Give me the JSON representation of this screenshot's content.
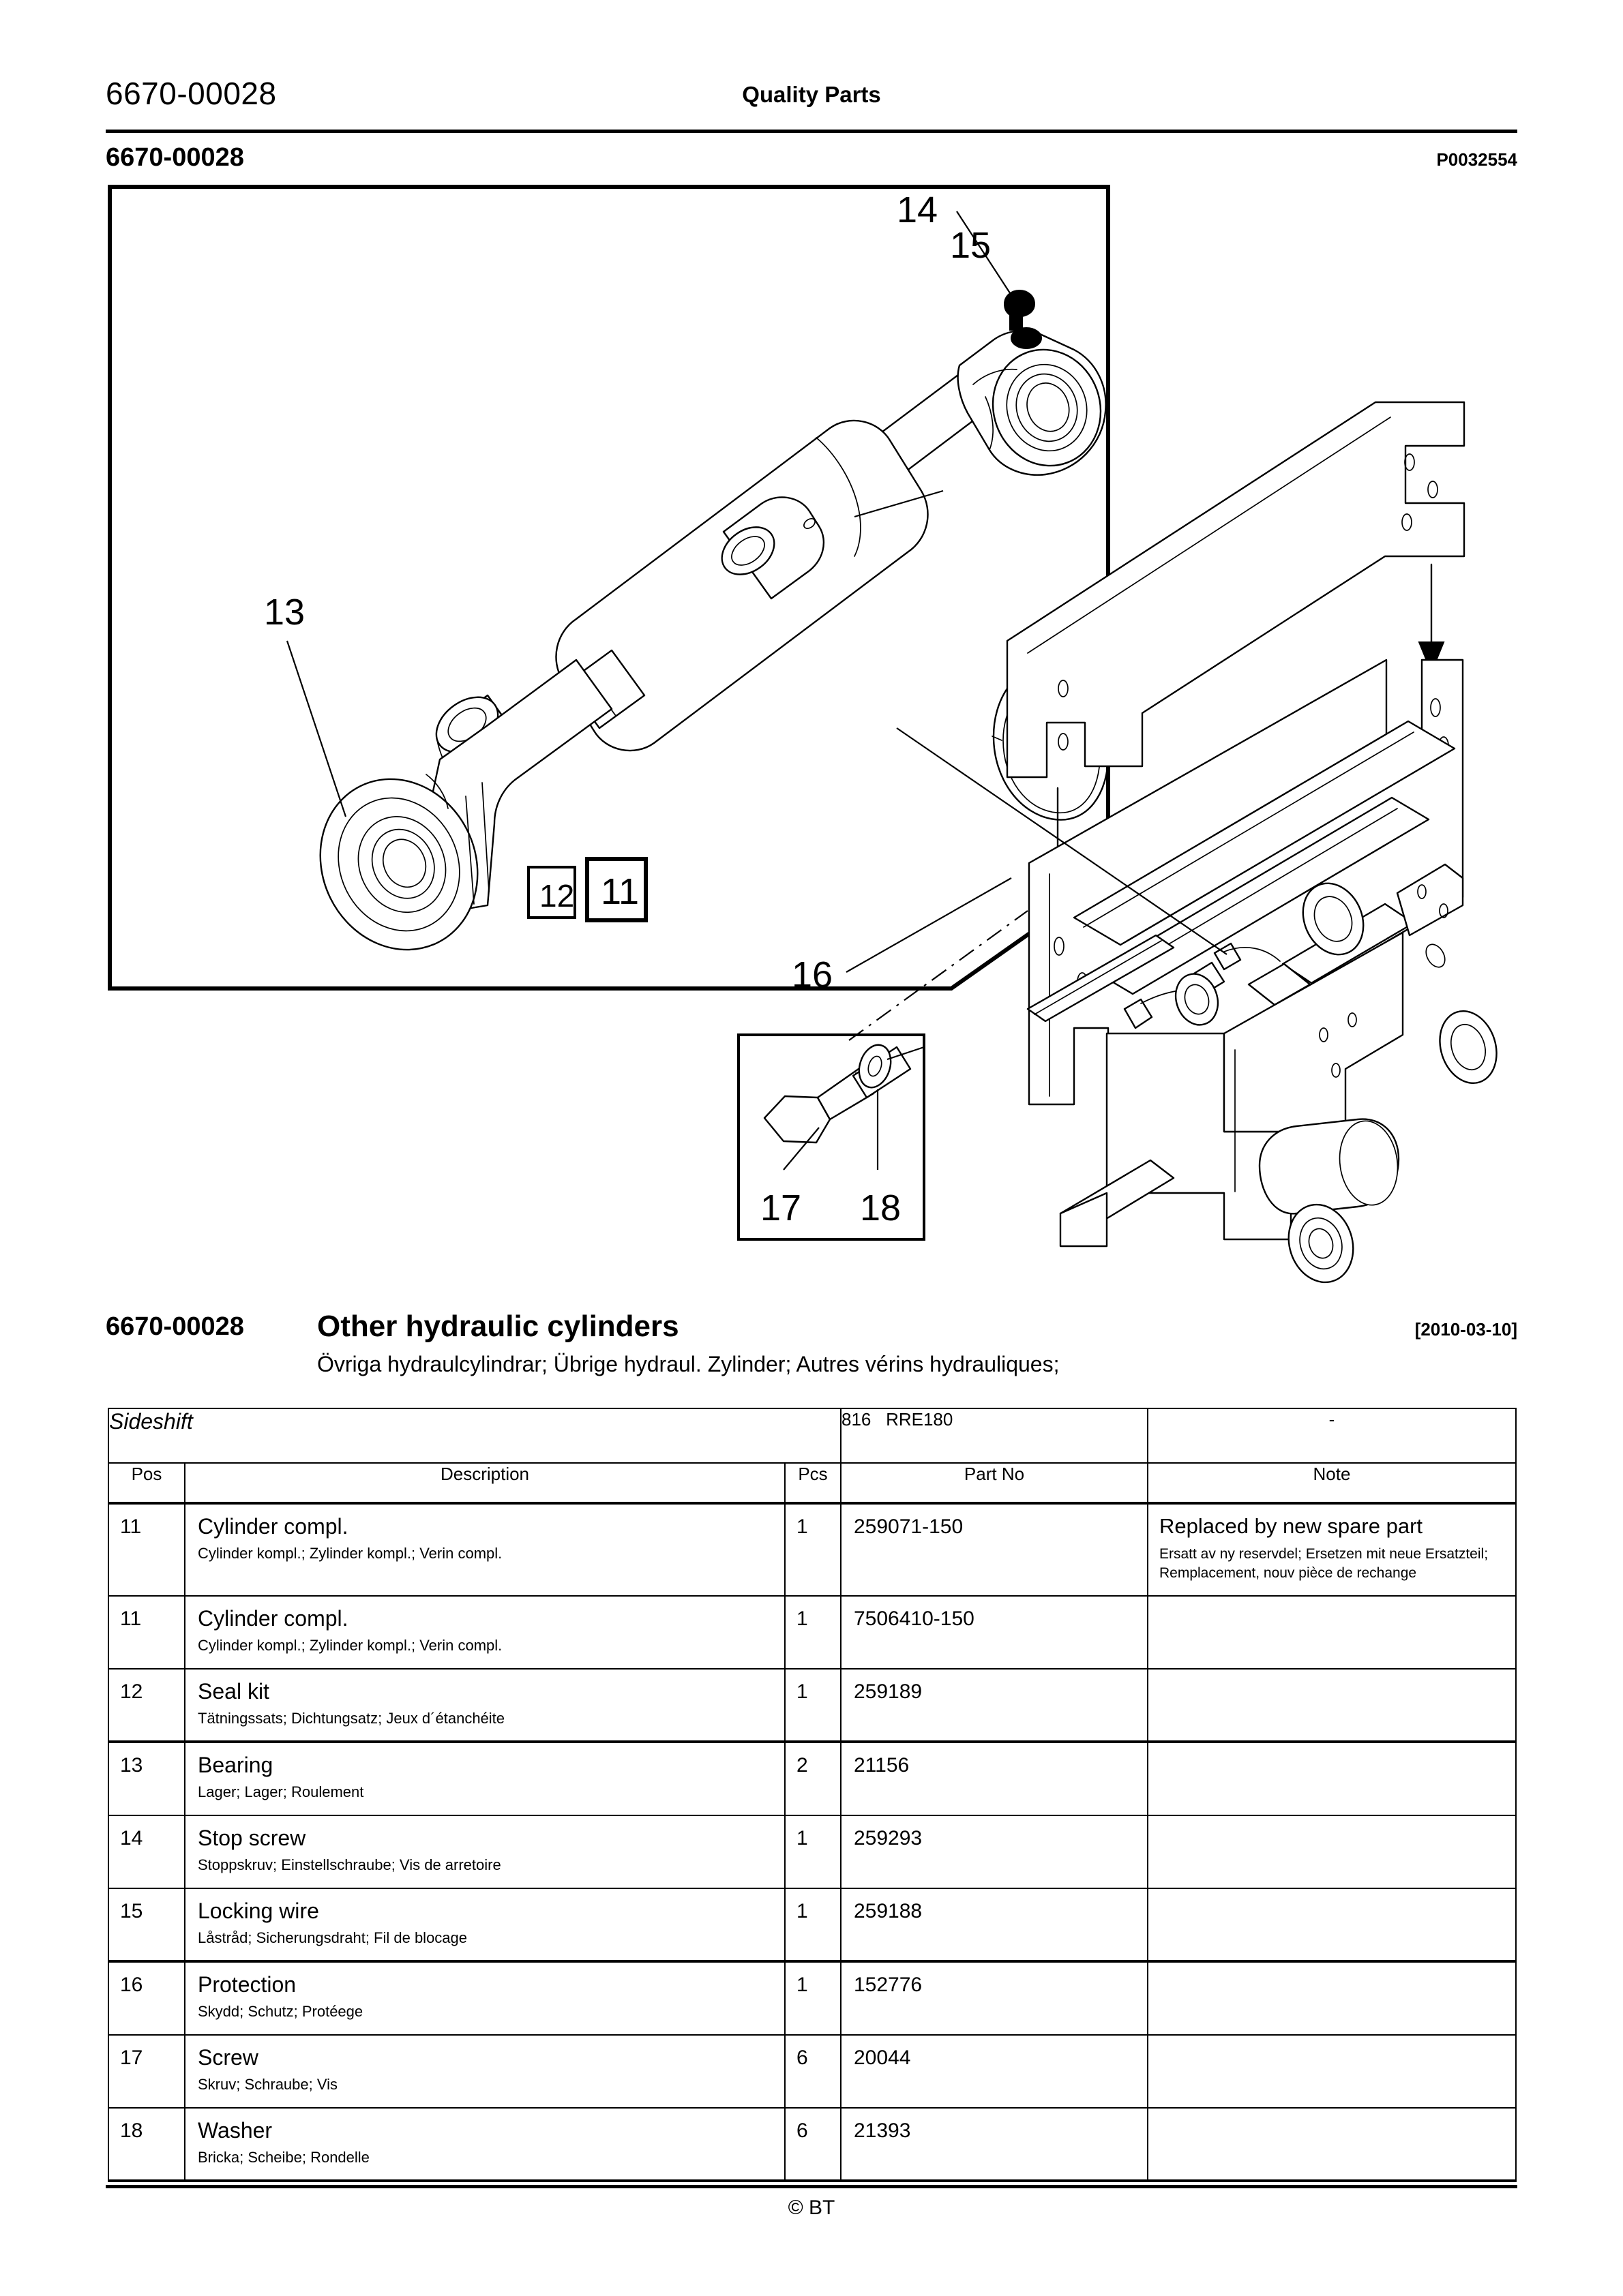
{
  "header": {
    "doc_code": "6670-00028",
    "brand_title": "Quality Parts",
    "section_code": "6670-00028",
    "drawing_no": "P0032554"
  },
  "title_block": {
    "code": "6670-00028",
    "title": "Other hydraulic cylinders",
    "date": "[2010-03-10]",
    "subtitle": "Övriga hydraulcylindrar; Übrige hydraul. Zylinder; Autres vérins hydrauliques;"
  },
  "variant": {
    "name": "Sideshift",
    "model_code": "816",
    "model_name": "RRE180",
    "note": "-"
  },
  "columns": {
    "pos": "Pos",
    "description": "Description",
    "pcs": "Pcs",
    "part_no": "Part No",
    "note": "Note"
  },
  "rows": [
    {
      "pos": "11",
      "description": "Cylinder compl.",
      "description_alt": "Cylinder kompl.; Zylinder kompl.; Verin compl.",
      "pcs": "1",
      "part_no": "259071-150",
      "note": "Replaced by new spare part",
      "note_alt": "Ersatt av ny reservdel; Ersetzen mit neue Ersatzteil; Remplacement, nouv pièce de rechange"
    },
    {
      "pos": "11",
      "description": "Cylinder compl.",
      "description_alt": "Cylinder kompl.; Zylinder kompl.; Verin compl.",
      "pcs": "1",
      "part_no": "7506410-150",
      "note": "",
      "note_alt": ""
    },
    {
      "pos": "12",
      "description": "Seal kit",
      "description_alt": "Tätningssats; Dichtungsatz; Jeux d´étanchéite",
      "pcs": "1",
      "part_no": "259189",
      "note": "",
      "note_alt": ""
    },
    {
      "pos": "13",
      "description": "Bearing",
      "description_alt": "Lager; Lager; Roulement",
      "pcs": "2",
      "part_no": "21156",
      "note": "",
      "note_alt": ""
    },
    {
      "pos": "14",
      "description": "Stop screw",
      "description_alt": "Stoppskruv; Einstellschraube; Vis de arretoire",
      "pcs": "1",
      "part_no": "259293",
      "note": "",
      "note_alt": ""
    },
    {
      "pos": "15",
      "description": "Locking wire",
      "description_alt": "Låstråd; Sicherungsdraht; Fil de blocage",
      "pcs": "1",
      "part_no": "259188",
      "note": "",
      "note_alt": ""
    },
    {
      "pos": "16",
      "description": "Protection",
      "description_alt": "Skydd; Schutz; Protéege",
      "pcs": "1",
      "part_no": "152776",
      "note": "",
      "note_alt": ""
    },
    {
      "pos": "17",
      "description": "Screw",
      "description_alt": "Skruv; Schraube; Vis",
      "pcs": "6",
      "part_no": "20044",
      "note": "",
      "note_alt": ""
    },
    {
      "pos": "18",
      "description": "Washer",
      "description_alt": "Bricka; Scheibe; Rondelle",
      "pcs": "6",
      "part_no": "21393",
      "note": "",
      "note_alt": ""
    }
  ],
  "illustration": {
    "callouts": [
      {
        "id": "13",
        "label": "13"
      },
      {
        "id": "14",
        "label": "14"
      },
      {
        "id": "15",
        "label": "15"
      },
      {
        "id": "16",
        "label": "16"
      },
      {
        "id": "17",
        "label": "17"
      },
      {
        "id": "18",
        "label": "18"
      },
      {
        "id": "11",
        "label": "11"
      },
      {
        "id": "12",
        "label": "12"
      }
    ]
  },
  "footer": {
    "copyright": "© BT"
  }
}
